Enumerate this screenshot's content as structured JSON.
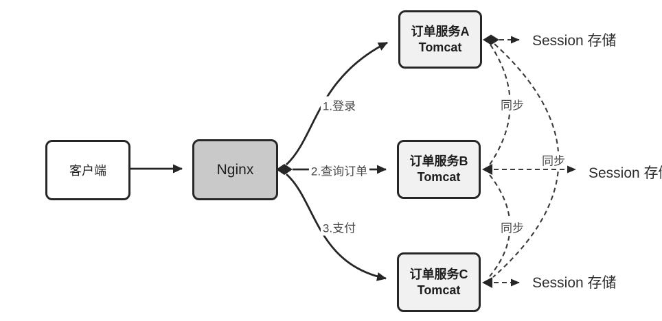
{
  "nodes": {
    "client": {
      "label": "客户端"
    },
    "nginx": {
      "label": "Nginx"
    },
    "service_a": {
      "line1": "订单服务A",
      "line2": "Tomcat"
    },
    "service_b": {
      "line1": "订单服务B",
      "line2": "Tomcat"
    },
    "service_c": {
      "line1": "订单服务C",
      "line2": "Tomcat"
    }
  },
  "edge_labels": {
    "login": "1.登录",
    "query_order": "2.查询订单",
    "pay": "3.支付"
  },
  "session_store_label": "Session 存储",
  "sync_label": "同步",
  "colors": {
    "stroke": "#262626",
    "nginx_fill": "#c9c9c9",
    "service_fill": "#f1f1f1",
    "client_fill": "#ffffff",
    "label_gray": "#4a4a4a"
  }
}
